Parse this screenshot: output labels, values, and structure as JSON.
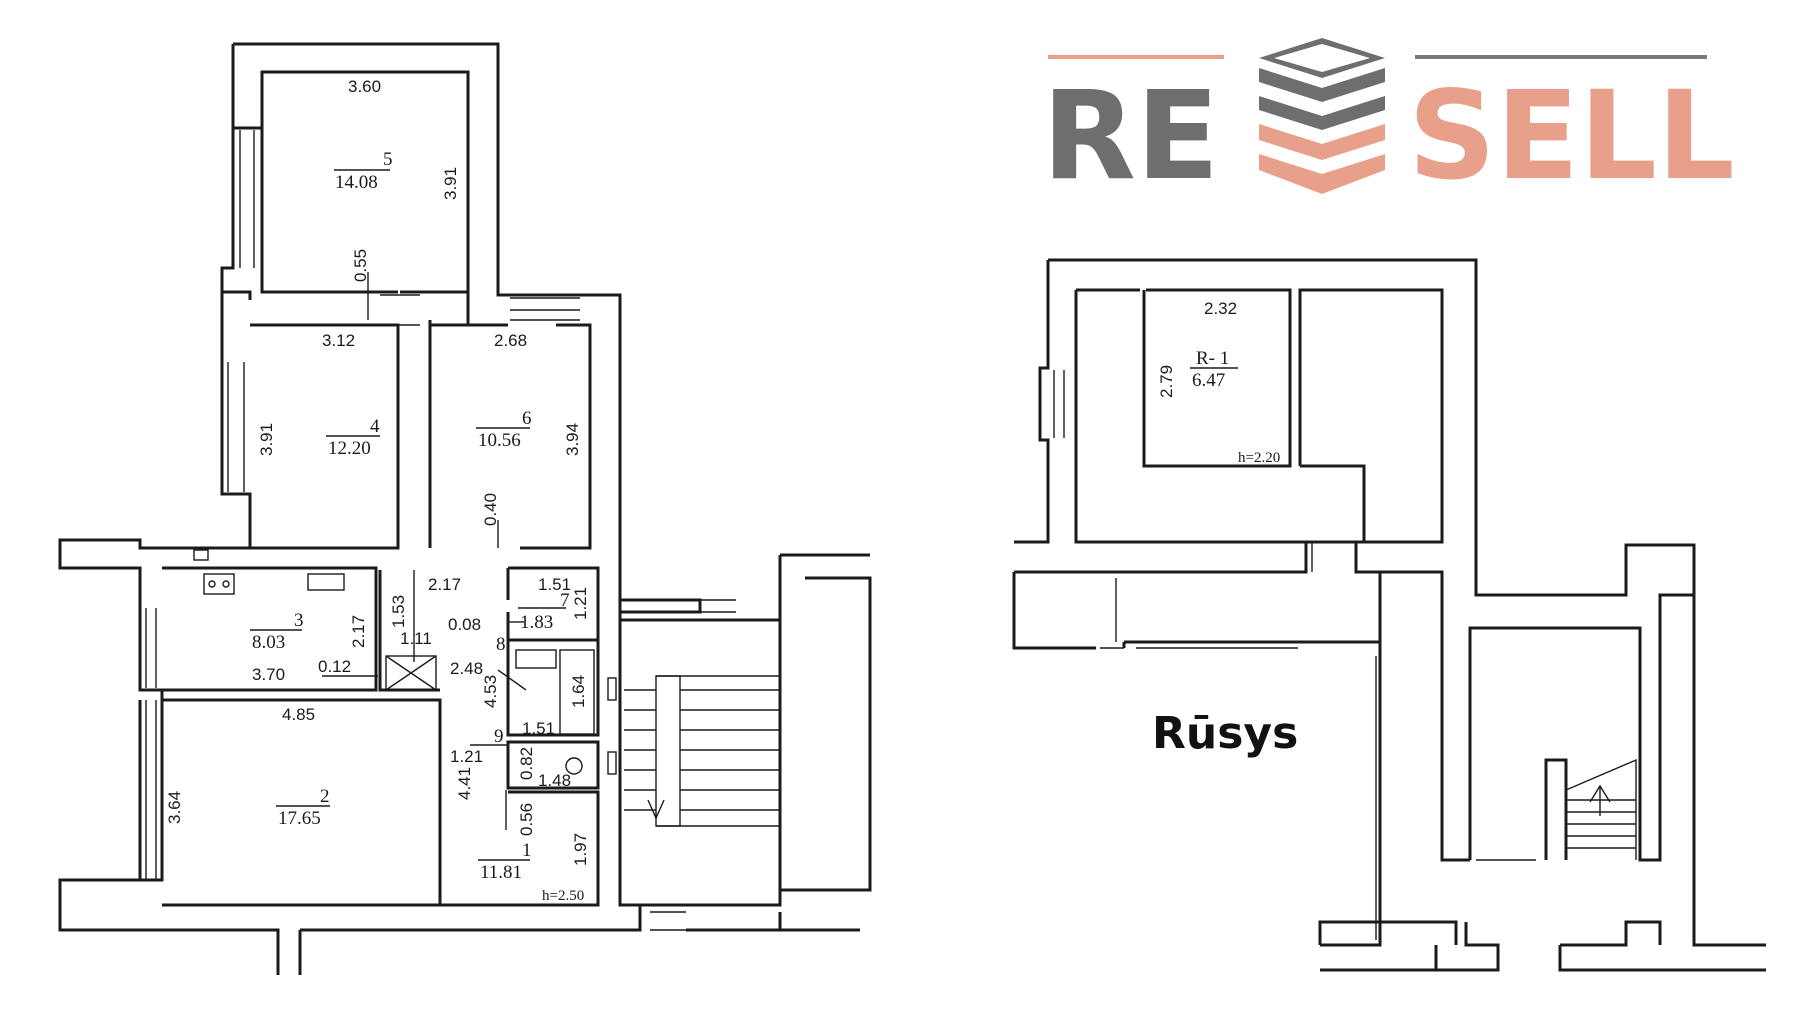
{
  "logo": {
    "left": "RE",
    "right": "SELL",
    "colors": {
      "gray": "#6e6e6e",
      "salmon": "#e9a08a"
    }
  },
  "basement_label": "Rūsys",
  "apartment": {
    "rooms": [
      {
        "no": "5",
        "area": "14.08"
      },
      {
        "no": "4",
        "area": "12.20"
      },
      {
        "no": "6",
        "area": "10.56"
      },
      {
        "no": "3",
        "area": "8.03"
      },
      {
        "no": "7",
        "area": "1.83"
      },
      {
        "no": "8",
        "area": ""
      },
      {
        "no": "2",
        "area": "17.65"
      },
      {
        "no": "9",
        "area": ""
      },
      {
        "no": "1",
        "area": "11.81"
      }
    ],
    "dims": [
      "3.60",
      "3.91",
      "0.55",
      "3.12",
      "2.68",
      "3.91",
      "3.94",
      "0.40",
      "2.17",
      "1.51",
      "1.21",
      "1.53",
      "2.17",
      "1.11",
      "0.08",
      "2.48",
      "4.53",
      "1.64",
      "3.70",
      "0.12",
      "4.85",
      "1.51",
      "1.21",
      "0.82",
      "4.41",
      "1.48",
      "3.64",
      "0.56",
      "1.97"
    ],
    "height": "h=2.50"
  },
  "cellar": {
    "room_no": "R- 1",
    "area": "6.47",
    "dims": [
      "2.32",
      "2.79"
    ],
    "height": "h=2.20"
  }
}
